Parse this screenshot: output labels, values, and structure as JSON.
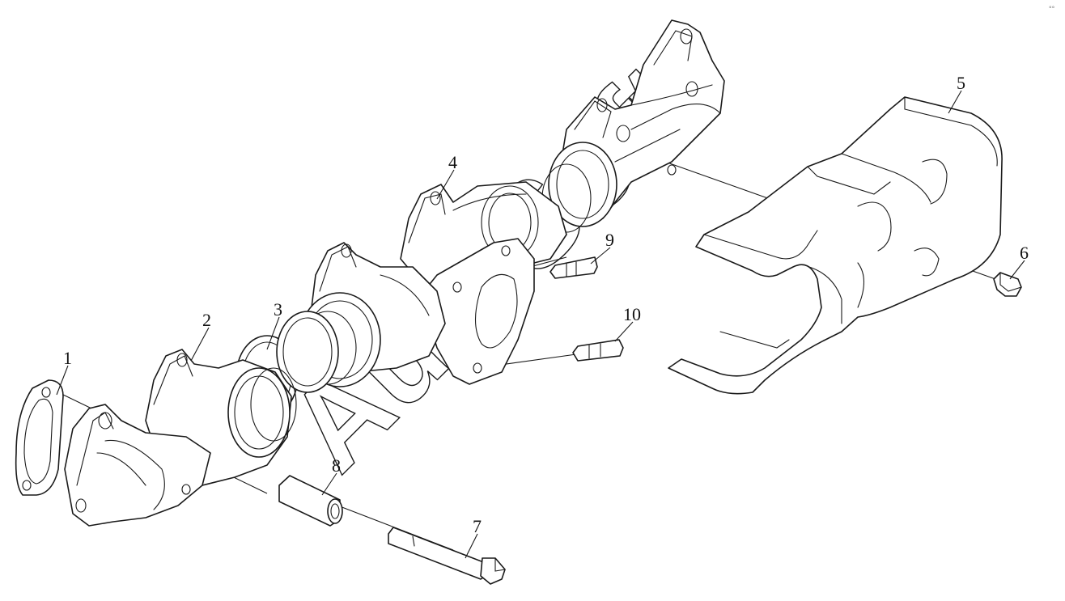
{
  "watermark": "AutoSoft",
  "callouts": [
    "1",
    "2",
    "3",
    "4",
    "5",
    "6",
    "7",
    "8",
    "9",
    "10"
  ],
  "corner_mark": "°°"
}
